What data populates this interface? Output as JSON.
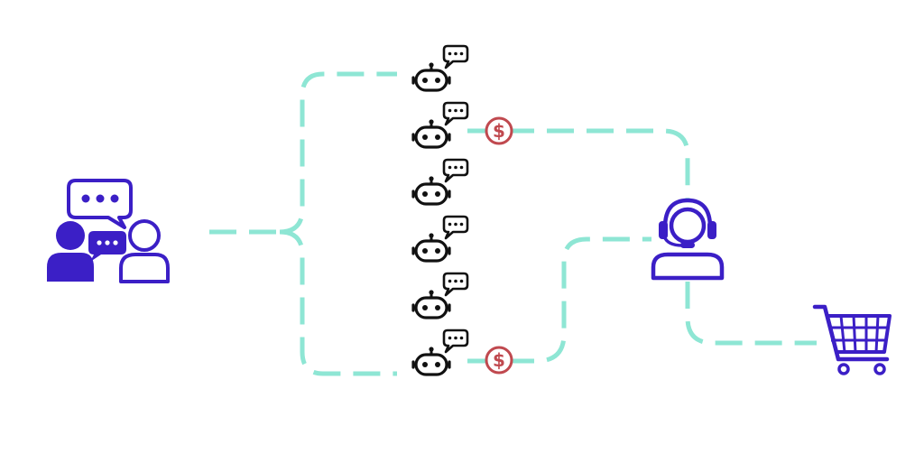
{
  "diagram": {
    "colors": {
      "connector": "#8ee6d4",
      "person": "#3b1fc6",
      "bot": "#111111",
      "cost": "#c0494f",
      "background": "#ffffff"
    },
    "icons": {
      "source": "conversation-people-icon",
      "bot": "chatbot-icon",
      "cost": "dollar-coin-icon",
      "agent": "support-agent-headset-icon",
      "cart": "shopping-cart-icon"
    },
    "cost_symbol": "$",
    "bot_count": 6,
    "escalated_bots": [
      2,
      6
    ]
  }
}
